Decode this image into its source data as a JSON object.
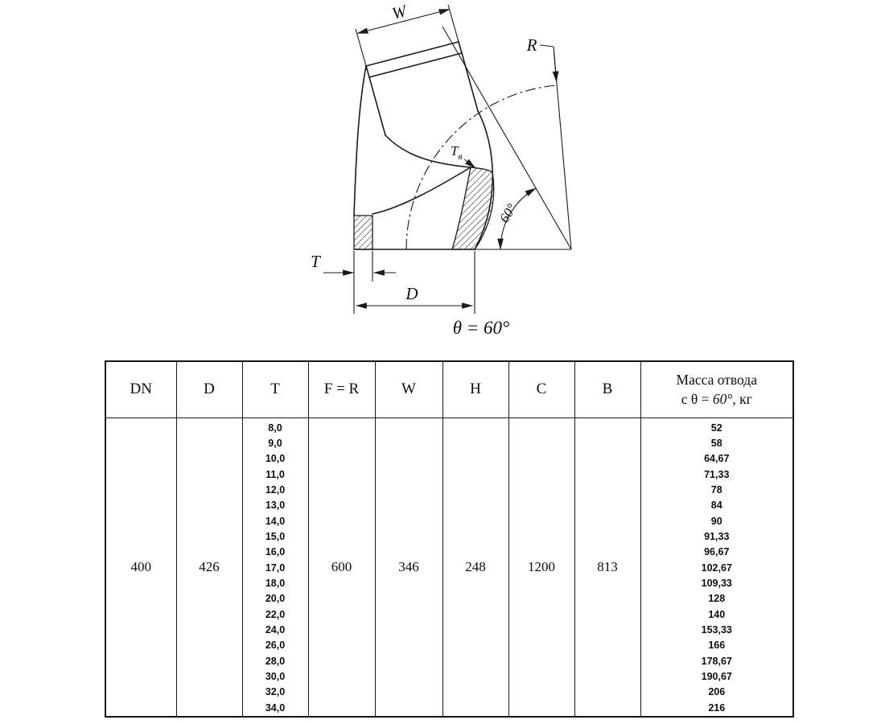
{
  "drawing": {
    "labels": {
      "w": "W",
      "r": "R",
      "t": "T",
      "d": "D",
      "tb_main": "T",
      "tb_sub": "в",
      "angle": "60°"
    },
    "caption": "θ = 60°"
  },
  "table": {
    "headers": [
      "DN",
      "D",
      "T",
      "F = R",
      "W",
      "H",
      "C",
      "B"
    ],
    "mass_header": {
      "line1": "Масса отвода",
      "line2_pre": "с θ = ",
      "line2_angle": "60°",
      "line2_post": ", кг"
    },
    "row": {
      "dn": "400",
      "d": "426",
      "f_r": "600",
      "w": "346",
      "h": "248",
      "c": "1200",
      "b": "813"
    },
    "t_values": [
      "8,0",
      "9,0",
      "10,0",
      "11,0",
      "12,0",
      "13,0",
      "14,0",
      "15,0",
      "16,0",
      "17,0",
      "18,0",
      "20,0",
      "22,0",
      "24,0",
      "26,0",
      "28,0",
      "30,0",
      "32,0",
      "34,0"
    ],
    "mass_values": [
      "52",
      "58",
      "64,67",
      "71,33",
      "78",
      "84",
      "90",
      "91,33",
      "96,67",
      "102,67",
      "109,33",
      "128",
      "140",
      "153,33",
      "166",
      "178,67",
      "190,67",
      "206",
      "216"
    ]
  }
}
